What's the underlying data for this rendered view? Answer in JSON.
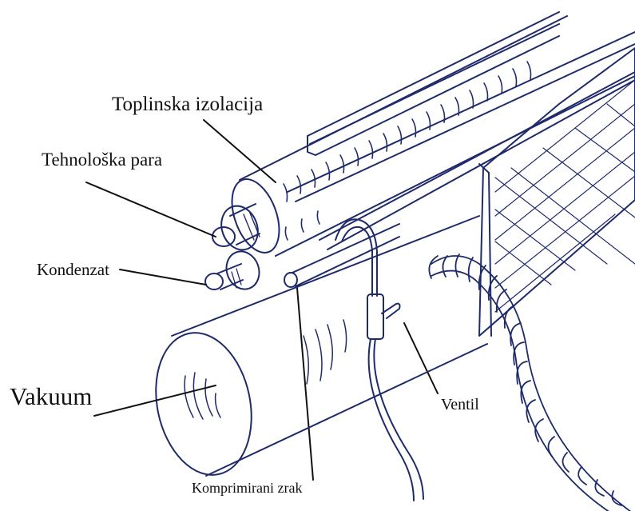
{
  "labels": {
    "thermal_insulation": "Toplinska izolacija",
    "process_steam": "Tehnološka para",
    "condensate": "Kondenzat",
    "vacuum": "Vakuum",
    "valve": "Ventil",
    "compressed_air": "Komprimirani zrak"
  },
  "colors": {
    "ink": "#1f2a6b",
    "leader": "#111111",
    "background": "#ffffff"
  }
}
